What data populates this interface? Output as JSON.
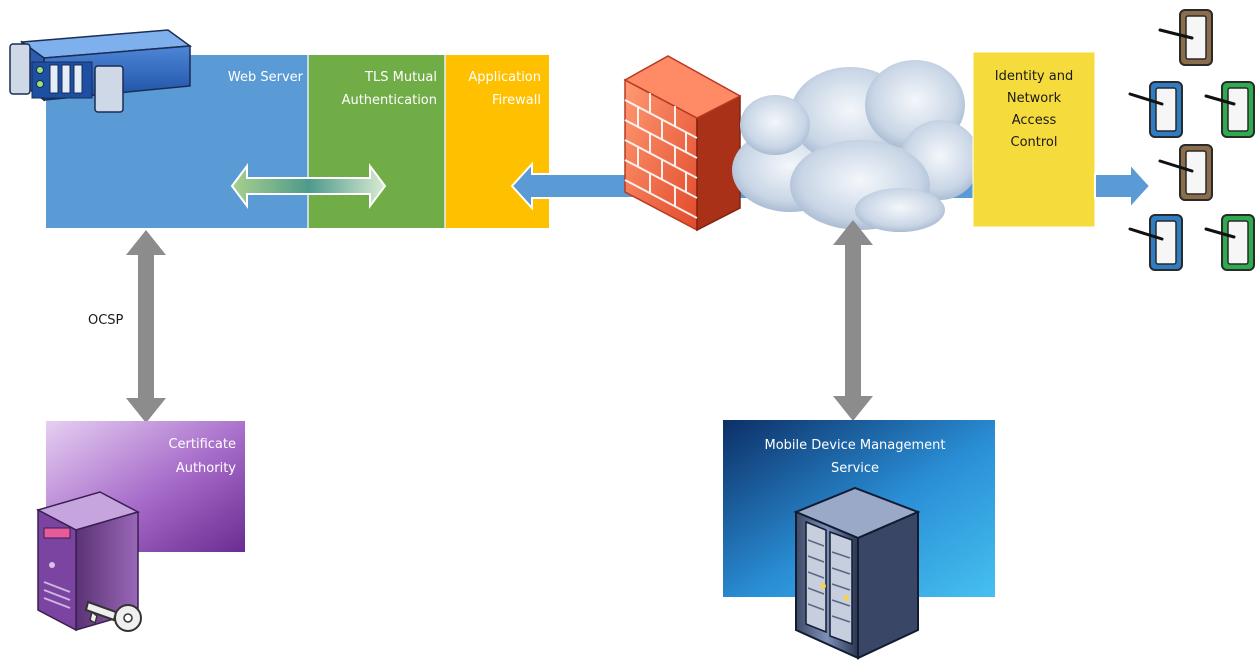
{
  "labels": {
    "web_server": "Web Server",
    "tls_line1": "TLS Mutual",
    "tls_line2": "Authentication",
    "app_fw_line1": "Application",
    "app_fw_line2": "Firewall",
    "identity_line1": "Identity and",
    "identity_line2": "Network",
    "identity_line3": "Access",
    "identity_line4": "Control",
    "ocsp": "OCSP",
    "ca_line1": "Certificate",
    "ca_line2": "Authority",
    "mdm_line1": "Mobile Device Management",
    "mdm_line2": "Service"
  },
  "colors": {
    "web_server": "#5b9bd5",
    "tls": "#70ad47",
    "app_firewall": "#ffc000",
    "identity": "#f5dc3c",
    "flow_arrow": "#5b9bd5",
    "link_arrow": "#8c8c8c",
    "ca_box": "#8e44ad",
    "mdm_box": "#1f5fa8",
    "device_brown": "#8b6d4c",
    "device_blue": "#2e7dc4",
    "device_green": "#2eaa4f"
  },
  "icons": {
    "rack_server": "rack-server-icon",
    "brick_firewall": "brick-firewall-icon",
    "internet_cloud": "cloud-icon",
    "tower_server_key": "server-with-key-icon",
    "datacenter_server": "datacenter-server-icon",
    "mobile_device": "mobile-device-icon"
  }
}
